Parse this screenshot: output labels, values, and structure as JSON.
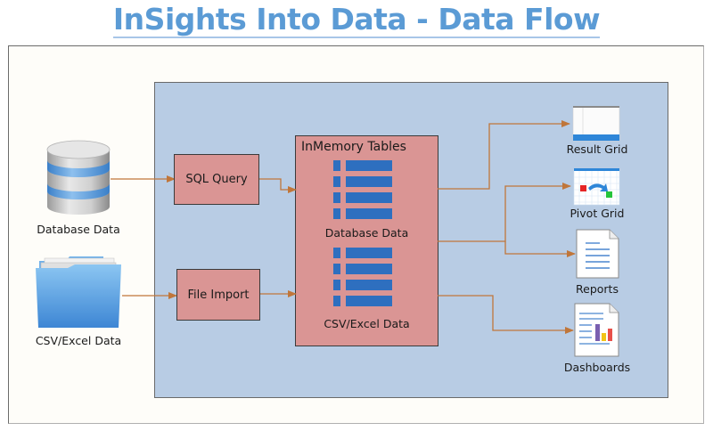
{
  "title": "InSights Into Data - Data Flow",
  "sources": [
    {
      "label": "Database Data",
      "icon": "database-icon"
    },
    {
      "label": "CSV/Excel Data",
      "icon": "folder-icon"
    }
  ],
  "processes": [
    {
      "label": "SQL Query"
    },
    {
      "label": "File Import"
    }
  ],
  "memory": {
    "title": "InMemory Tables",
    "tables": [
      {
        "label": "Database Data"
      },
      {
        "label": "CSV/Excel Data"
      }
    ]
  },
  "outputs": [
    {
      "label": "Result Grid",
      "icon": "result-grid-icon"
    },
    {
      "label": "Pivot Grid",
      "icon": "pivot-grid-icon"
    },
    {
      "label": "Reports",
      "icon": "report-document-icon"
    },
    {
      "label": "Dashboards",
      "icon": "dashboard-document-icon"
    }
  ],
  "colors": {
    "title": "#5b9bd5",
    "panel": "#b8cce4",
    "process_box": "#da9594",
    "connector": "#c0763a",
    "table_blue": "#2e75c6"
  }
}
